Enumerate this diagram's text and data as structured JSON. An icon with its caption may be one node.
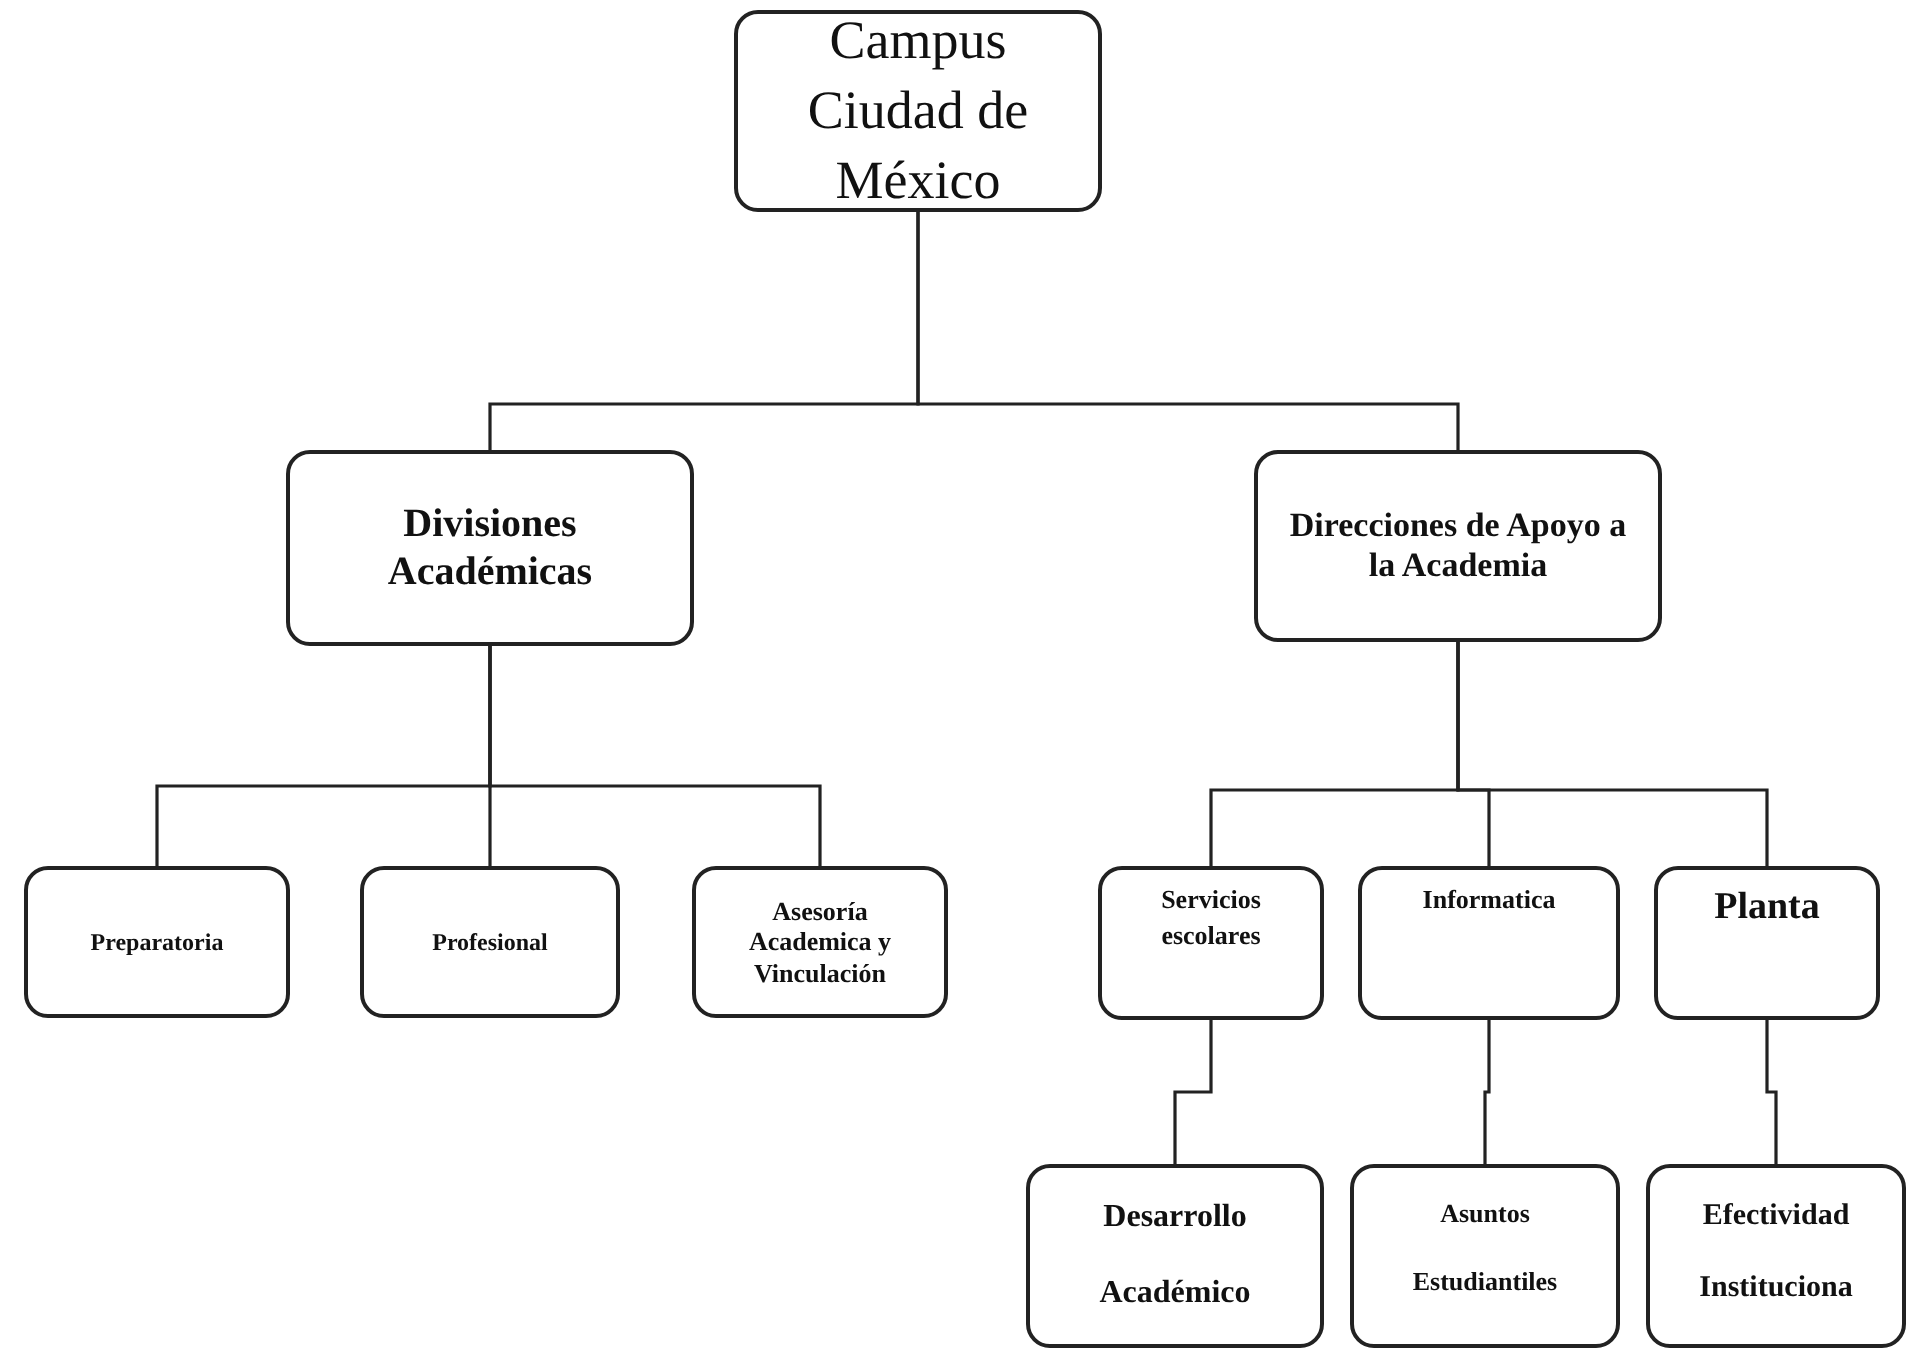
{
  "diagram": {
    "nodes": [
      {
        "text": [
          "Campus Ciudad de México"
        ]
      },
      {
        "text": [
          "Divisiones Académicas"
        ]
      },
      {
        "text": [
          "Direcciones de Apoyo a la Academia"
        ]
      },
      {
        "text": [
          "Preparatoria"
        ]
      },
      {
        "text": [
          "Profesional"
        ]
      },
      {
        "text": [
          "Asesoría Academica y Vinculación"
        ]
      },
      {
        "text": [
          "Servicios escolares"
        ]
      },
      {
        "text": [
          "Informatica"
        ]
      },
      {
        "text": [
          "Planta"
        ]
      },
      {
        "text": [
          "Desarrollo Académico"
        ]
      },
      {
        "text": [
          "Asuntos Estudiantiles"
        ]
      },
      {
        "text": [
          "Efectividad Instituciona"
        ]
      }
    ],
    "edges": [
      {
        "from": 0,
        "to": 1,
        "arrow": "none"
      },
      {
        "from": 0,
        "to": 2,
        "arrow": "none"
      },
      {
        "from": 1,
        "to": 3,
        "arrow": "none"
      },
      {
        "from": 1,
        "to": 4,
        "arrow": "none"
      },
      {
        "from": 1,
        "to": 5,
        "arrow": "none"
      },
      {
        "from": 2,
        "to": 6,
        "arrow": "none"
      },
      {
        "from": 2,
        "to": 7,
        "arrow": "none"
      },
      {
        "from": 2,
        "to": 8,
        "arrow": "none"
      },
      {
        "from": 6,
        "to": 9,
        "arrow": "none"
      },
      {
        "from": 7,
        "to": 10,
        "arrow": "none"
      },
      {
        "from": 8,
        "to": 11,
        "arrow": "none"
      }
    ]
  }
}
